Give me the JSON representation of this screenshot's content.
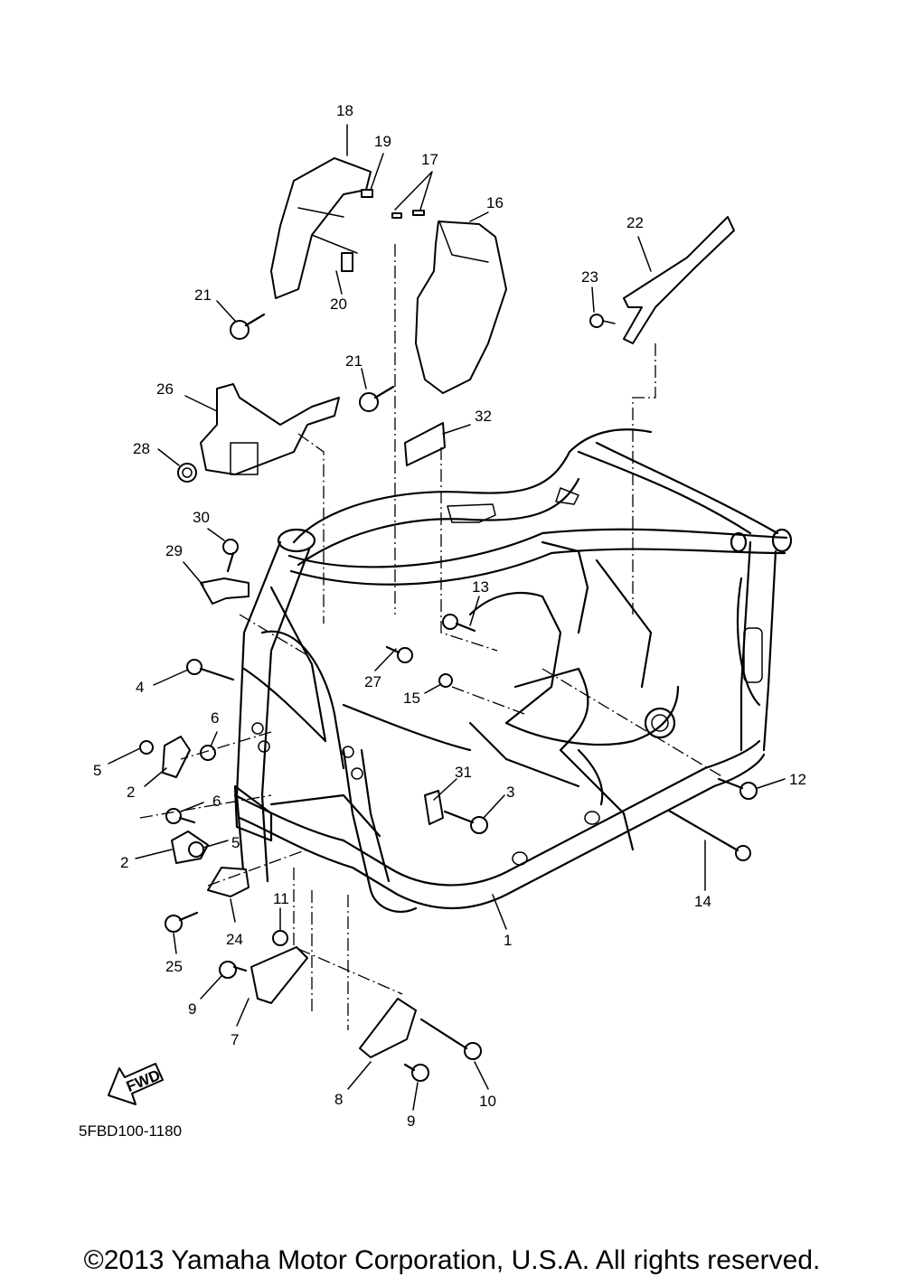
{
  "diagram": {
    "code": "5FBD100-1180",
    "fwd_label": "FWD",
    "callouts": [
      "18",
      "19",
      "17",
      "16",
      "22",
      "23",
      "21",
      "20",
      "21",
      "32",
      "26",
      "28",
      "30",
      "29",
      "13",
      "4",
      "27",
      "15",
      "6",
      "5",
      "2",
      "6",
      "2",
      "5",
      "31",
      "3",
      "12",
      "11",
      "24",
      "25",
      "14",
      "1",
      "9",
      "7",
      "8",
      "10",
      "9"
    ]
  },
  "footer": {
    "copyright": "©2013 Yamaha Motor Corporation, U.S.A. All rights reserved."
  }
}
